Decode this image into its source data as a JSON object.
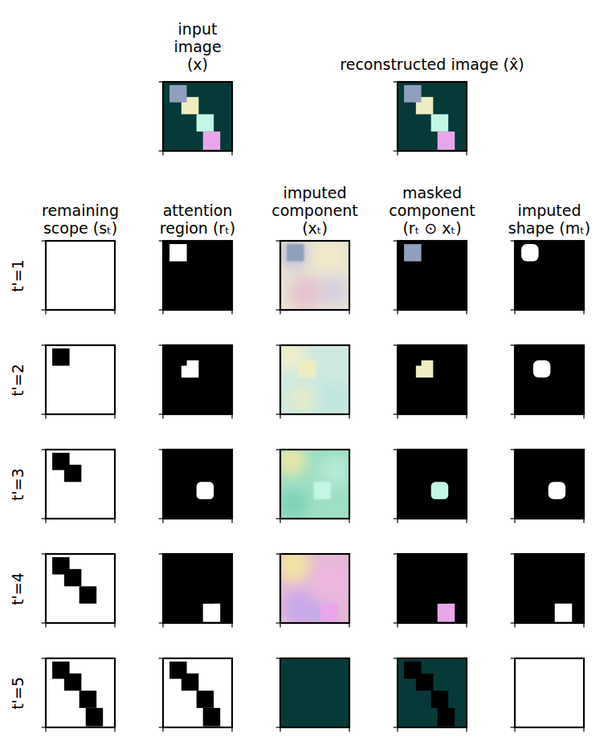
{
  "diagram": {
    "nodes": [
      {
        "text": [
          "input image (x)"
        ]
      },
      {
        "text": [
          "reconstructed image (x̂)"
        ]
      }
    ],
    "labels": [
      "remaining scope (sₜ)",
      "attention region (rₜ)",
      "imputed component (xₜ)",
      "masked component (rₜ ⊙ xₜ)",
      "imputed shape (mₜ)",
      "t'=1",
      "t'=2",
      "t'=3",
      "t'=4",
      "t'=5"
    ]
  }
}
